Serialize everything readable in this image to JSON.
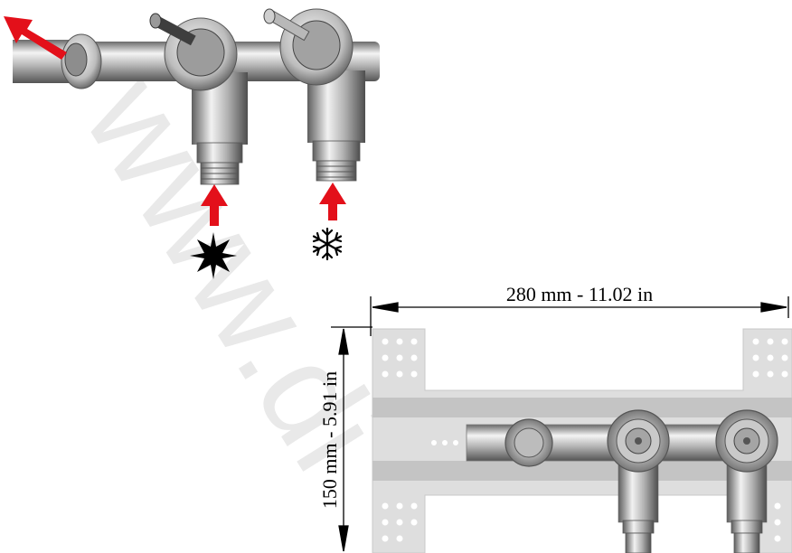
{
  "dimensions": {
    "width_label": "280 mm - 11.02 in",
    "height_label": "150 mm - 5.91 in"
  },
  "watermark": "www.di",
  "inlets": [
    {
      "icon": "sun-icon",
      "meaning": "hot"
    },
    {
      "icon": "snowflake-icon",
      "meaning": "cold"
    }
  ],
  "colors": {
    "arrow": "#e3101a",
    "metal": "#b9b9b9",
    "plate": "#dcdcdc"
  }
}
